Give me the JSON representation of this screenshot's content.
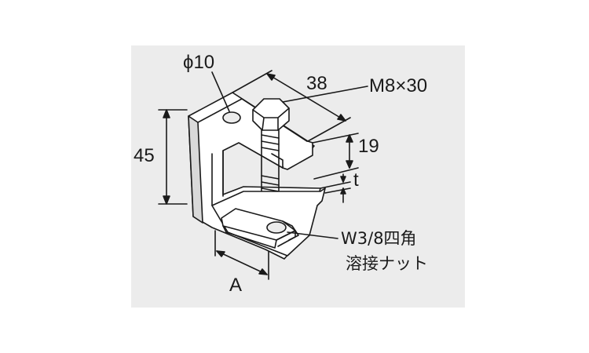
{
  "diagram": {
    "colors": {
      "panel_bg": "#ececec",
      "line": "#1a1a1a",
      "metal": "#ffffff",
      "shade": "#d9d9d9"
    },
    "labels": {
      "hole_diameter": "ϕ10",
      "width": "38",
      "bolt": "M8×30",
      "height": "45",
      "jaw_depth": "19",
      "thickness": "t",
      "nut_line1": "W3/8四角",
      "nut_line2": "溶接ナット",
      "dimension_a": "A"
    }
  }
}
